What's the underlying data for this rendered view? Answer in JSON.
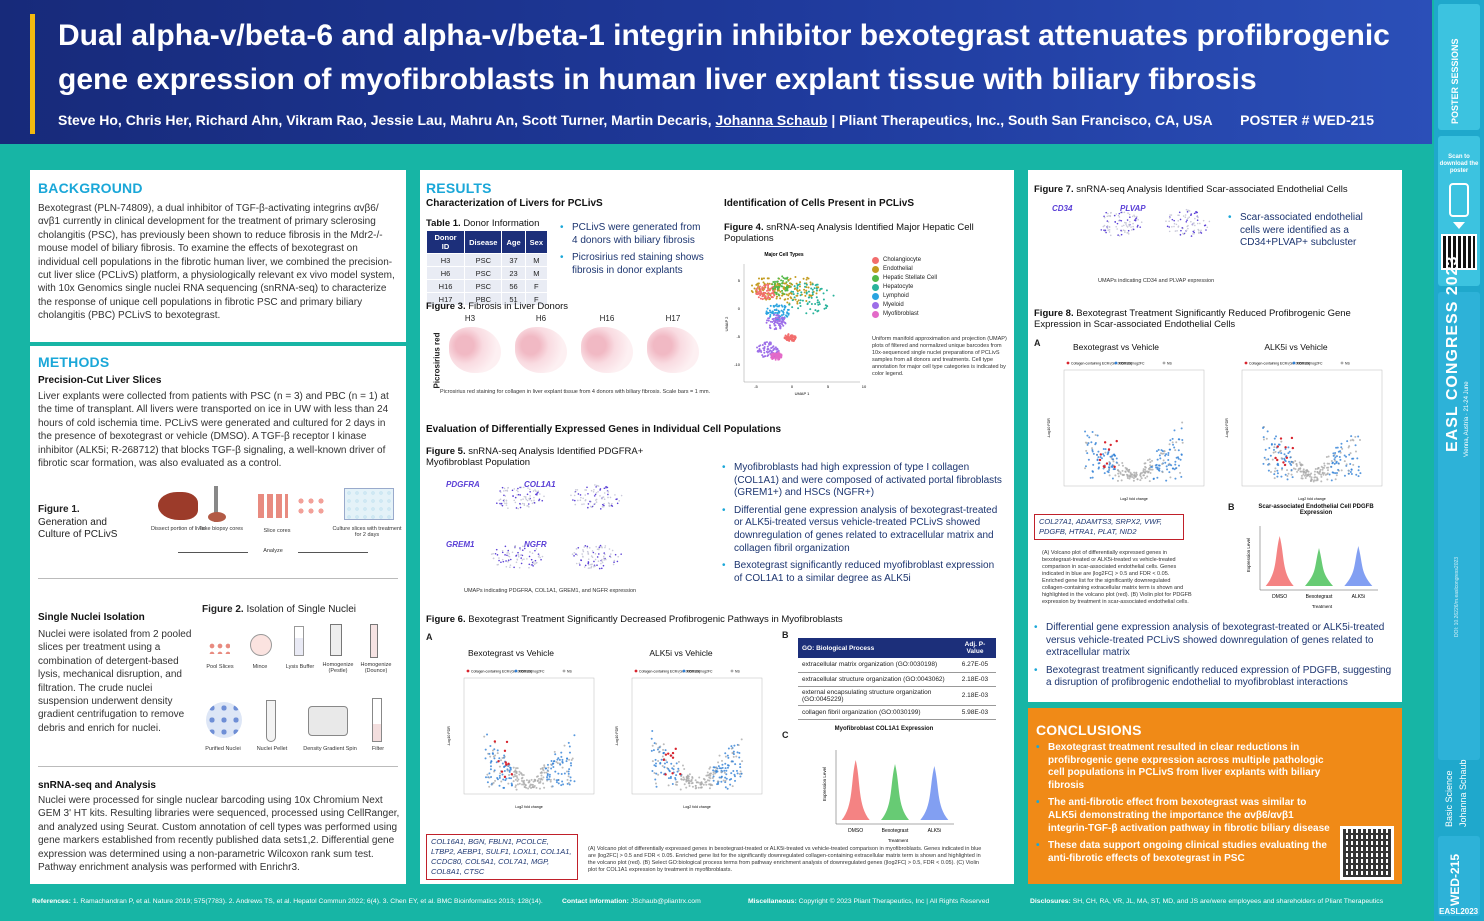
{
  "header": {
    "title": "Dual alpha-v/beta-6 and alpha-v/beta-1 integrin inhibitor bexotegrast attenuates profibrogenic gene expression of myofibroblasts in human liver explant tissue with biliary fibrosis",
    "authors_pre": "Steve Ho, Chris Her, Richard Ahn, Vikram Rao, Jessie Lau, Mahru An, Scott Turner, Martin Decaris,",
    "authors_presenter": "Johanna Schaub",
    "authors_post": "| Pliant Therapeutics, Inc., South San Francisco, CA, USA",
    "poster_number": "POSTER # WED-215"
  },
  "sidebar": {
    "scan_text": "Scan to download the poster",
    "congress": "EASL CONGRESS 2023",
    "location": "Vienna, Austria · 21-24 June",
    "doi": "DOI: 10.26226/m.easlcongress2023",
    "category": "Basic Science",
    "presenter": "Johanna Schaub",
    "code": "WED-215",
    "tag": "EASL2023"
  },
  "background": {
    "heading": "BACKGROUND",
    "text": "Bexotegrast (PLN-74809), a dual inhibitor of TGF-β-activating integrins αvβ6/ αvβ1 currently in clinical development for the treatment of primary sclerosing cholangitis (PSC), has previously been shown to reduce fibrosis in the Mdr2-/- mouse model of biliary fibrosis. To examine the effects of bexotegrast on individual cell populations in the fibrotic human liver, we combined the precision-cut liver slice (PCLivS) platform, a physiologically relevant ex vivo model system, with 10x Genomics single nuclei RNA sequencing (snRNA-seq) to characterize the response of unique cell populations in fibrotic PSC and primary biliary cholangitis (PBC) PCLivS to bexotegrast."
  },
  "methods": {
    "heading": "METHODS",
    "sub1": "Precision-Cut Liver Slices",
    "text1": "Liver explants were collected from patients with PSC (n = 3) and PBC (n = 1) at the time of transplant. All livers were transported on ice in UW with less than 24 hours of cold ischemia time. PCLivS were generated and cultured for 2 days in the presence of bexotegrast or vehicle (DMSO). A TGF-β receptor I kinase inhibitor (ALK5i; R-268712) that blocks TGF-β signaling, a well-known driver of fibrotic scar formation, was also evaluated as a control.",
    "fig1_label": "Figure 1.",
    "fig1_caption": "Generation and Culture of PCLivS",
    "fig1_steps": [
      "Dissect portion of liver",
      "Take biopsy cores",
      "Slice cores",
      "Culture slices with treatment for 2 days"
    ],
    "fig1_analyze": "Analyze",
    "sub2": "Single Nuclei Isolation",
    "text2": "Nuclei were isolated from 2 pooled slices per treatment using a combination of detergent-based lysis, mechanical disruption, and filtration. The crude nuclei suspension underwent density gradient centrifugation to remove debris and enrich for nuclei.",
    "fig2_label": "Figure 2.",
    "fig2_caption": "Isolation of Single Nuclei",
    "fig2_steps_top": [
      "Pool Slices",
      "Mince",
      "Lysis Buffer",
      "Homogenize (Pestle)",
      "Homogenize (Dounce)"
    ],
    "fig2_steps_bottom": [
      "Purified Nuclei",
      "Nuclei Pellet",
      "Density Gradient Spin",
      "Filter"
    ],
    "sub3": "snRNA-seq and Analysis",
    "text3": "Nuclei were processed for single nuclear barcoding using 10x Chromium Next GEM 3' HT kits. Resulting libraries were sequenced, processed using CellRanger, and analyzed using Seurat. Custom annotation of cell types was performed using gene markers established from recently published data sets1,2. Differential gene expression was determined using a non-parametric Wilcoxon rank sum test. Pathway enrichment analysis was performed with Enrichr3."
  },
  "results": {
    "heading": "RESULTS",
    "sub_char": "Characterization of Livers for PCLivS",
    "table1_label": "Table 1.",
    "table1_caption": "Donor Information",
    "table1_headers": [
      "Donor ID",
      "Disease",
      "Age",
      "Sex"
    ],
    "table1_rows": [
      [
        "H3",
        "PSC",
        "37",
        "M"
      ],
      [
        "H6",
        "PSC",
        "23",
        "M"
      ],
      [
        "H16",
        "PSC",
        "56",
        "F"
      ],
      [
        "H17",
        "PBC",
        "51",
        "F"
      ]
    ],
    "char_bullets": [
      "PCLivS were generated from 4 donors with biliary fibrosis",
      "Picrosirius red staining shows fibrosis in donor explants"
    ],
    "fig3_label": "Figure 3.",
    "fig3_caption": "Fibrosis in Liver Donors",
    "fig3_ylabel": "Picrosirius red",
    "fig3_donors": [
      "H3",
      "H6",
      "H16",
      "H17"
    ],
    "fig3_note": "Picrosirius red staining for collagen in liver explant tissue from 4 donors with biliary fibrosis. Scale bars = 1 mm.",
    "sub_ident": "Identification of Cells Present in PCLivS",
    "fig4_label": "Figure 4.",
    "fig4_caption": "snRNA-seq Analysis Identified Major Hepatic Cell Populations",
    "fig4_plot_title": "Major Cell Types",
    "fig4_legend": [
      {
        "name": "Cholangiocyte",
        "color": "#f26d6d"
      },
      {
        "name": "Endothelial",
        "color": "#c39b1f"
      },
      {
        "name": "Hepatic Stellate Cell",
        "color": "#53b848"
      },
      {
        "name": "Hepatocyte",
        "color": "#29b39b"
      },
      {
        "name": "Lymphoid",
        "color": "#2aa4e0"
      },
      {
        "name": "Myeloid",
        "color": "#9d6ee8"
      },
      {
        "name": "Myofibroblast",
        "color": "#e36ac8"
      }
    ],
    "fig4_xlabel": "UMAP 1",
    "fig4_ylabel": "UMAP 2",
    "fig4_xticks": [
      "-5",
      "0",
      "5",
      "10"
    ],
    "fig4_yticks": [
      "5",
      "0",
      "-5",
      "-10"
    ],
    "fig4_note": "Uniform manifold approximation and projection (UMAP) plots of filtered and normalized unique barcodes from 10x-sequenced single nuclei preparations of PCLivS samples from all donors and treatments. Cell type annotation for major cell type categories is indicated by color legend.",
    "sub_deg": "Evaluation of Differentially Expressed Genes in Individual Cell Populations",
    "fig5_label": "Figure 5.",
    "fig5_caption": "snRNA-seq Analysis Identified PDGFRA+ Myofibroblast Population",
    "fig5_genes": [
      "PDGFRA",
      "COL1A1",
      "GREM1",
      "NGFR"
    ],
    "fig5_note": "UMAPs indicating PDGFRA, COL1A1, GREM1, and NGFR expression",
    "deg_bullets": [
      "Myofibroblasts had high expression of type I collagen (COL1A1) and were composed of activated portal fibroblasts (GREM1+) and HSCs (NGFR+)",
      "Differential gene expression analysis of bexotegrast-treated or ALK5i-treated versus vehicle-treated PCLivS showed downregulation of genes related to extracellular matrix and collagen fibril organization",
      "Bexotegrast significantly reduced myofibroblast expression of COL1A1 to a similar degree as ALK5i"
    ],
    "fig6_label": "Figure 6.",
    "fig6_caption": "Bexotegrast Treatment Significantly Decreased Profibrogenic Pathways in Myofibroblasts",
    "panel_a": "A",
    "panel_b": "B",
    "panel_c": "C",
    "fig6_volcano_titles": [
      "Bexotegrast vs Vehicle",
      "ALK5i vs Vehicle"
    ],
    "volcano_legend": [
      "Collagen-containing ECM (GO:0062023)",
      "FDR and log2FC",
      "NS"
    ],
    "volcano_xlabel": "Log2 fold change",
    "volcano_ylabel": "-Log10 FDR",
    "fig6_genes": "COL16A1, BGN, FBLN1, PCOLCE, LTBP2, AEBP1, SULF1, LOXL1, COL1A1, CCDC80, COL5A1, COL7A1, MGP, COL8A1, CTSC",
    "go_headers": [
      "GO: Biological Process",
      "Adj. P-Value"
    ],
    "go_rows": [
      [
        "extracellular matrix organization (GO:0030198)",
        "6.27E-05"
      ],
      [
        "extracellular structure organization (GO:0043062)",
        "2.18E-03"
      ],
      [
        "external encapsulating structure organization (GO:0045229)",
        "2.18E-03"
      ],
      [
        "collagen fibril organization (GO:0030199)",
        "5.98E-03"
      ]
    ],
    "fig6_violin_title": "Myofibroblast COL1A1 Expression",
    "violin_groups": [
      "DMSO",
      "Bexotegrast",
      "ALK5i"
    ],
    "violin_xlabel": "Treatment",
    "violin_ylabel": "Expression Level",
    "fig6_note": "(A) Volcano plot of differentially expressed genes in bexotegrast-treated or ALK5i-treated vs vehicle-treated comparison in myofibroblasts. Genes indicated in blue are |log2FC| > 0.5 and FDR < 0.05. Enriched gene list for the significantly downregulated collagen-containing extracellular matrix term is shown and highlighted in the volcano plot (red). (B) Select GO:biological process terms from pathway enrichment analysis of downregulated genes (|log2FC| > 0.5, FDR < 0.05). (C) Violin plot for COL1A1 expression by treatment in myofibroblasts."
  },
  "fig7": {
    "label": "Figure 7.",
    "caption": "snRNA-seq Analysis Identified Scar-associated Endothelial Cells",
    "genes": [
      "CD34",
      "PLVAP"
    ],
    "note": "UMAPs indicating CD34 and PLVAP expression",
    "bullet": "Scar-associated endothelial cells were identified as a CD34+PLVAP+ subcluster"
  },
  "fig8": {
    "label": "Figure 8.",
    "caption": "Bexotegrast Treatment Significantly Reduced Profibrogenic Gene Expression in Scar-associated Endothelial Cells",
    "volcano_titles": [
      "Bexotegrast vs Vehicle",
      "ALK5i vs Vehicle"
    ],
    "genes": "COL27A1, ADAMTS3, SRPX2, VWF, PDGFB, HTRA1, PLAT, NID2",
    "violin_title": "Scar-associated Endothelial Cell PDGFB Expression",
    "note": "(A) Volcano plot of differentially expressed genes in bexotegrast-treated or ALK5i-treated vs vehicle-treated comparison in scar-associated endothelial cells. Genes indicated in blue are |log2FC| > 0.5 and FDR < 0.05. Enriched gene list for the significantly downregulated collagen-containing extracellular matrix term is shown and highlighted in the volcano plot (red). (B) Violin plot for PDGFB expression by treatment in scar-associated endothelial cells.",
    "bullets": [
      "Differential gene expression analysis of bexotegrast-treated or ALK5i-treated versus vehicle-treated PCLivS showed downregulation of genes related to extracellular matrix",
      "Bexotegrast treatment significantly reduced expression of PDGFB, suggesting a disruption of profibrogenic endothelial to myofibroblast interactions"
    ]
  },
  "conclusions": {
    "heading": "CONCLUSIONS",
    "items": [
      "Bexotegrast treatment resulted in clear reductions in profibrogenic gene expression across multiple pathologic cell populations in PCLivS from liver explants with biliary fibrosis",
      "The anti-fibrotic effect from bexotegrast was similar to ALK5i demonstrating the importance the αvβ6/αvβ1 integrin-TGF-β activation pathway in fibrotic biliary disease",
      "These data support ongoing clinical studies evaluating the anti-fibrotic effects of bexotegrast in PSC"
    ]
  },
  "footer": {
    "ref_label": "References:",
    "refs": "1. Ramachandran P, et al. Nature 2019; 575(7783). 2. Andrews TS, et al. Hepatol Commun 2022; 6(4). 3. Chen EY, et al. BMC Bioinformatics 2013; 128(14).",
    "contact_label": "Contact information:",
    "contact": "JSchaub@pliantrx.com",
    "misc_label": "Miscellaneous:",
    "misc": "Copyright © 2023 Pliant Therapeutics, Inc | All Rights Reserved",
    "disc_label": "Disclosures:",
    "disc": "SH, CH, RA, VR, JL, MA, ST, MD, and JS are/were employees and shareholders of Pliant Therapeutics"
  },
  "colors": {
    "header": "#1f3a9c",
    "accent": "#f2b90f",
    "teal": "#17b5a5",
    "heading": "#1aa7d8",
    "conclusion": "#f08a17",
    "navy": "#1c2f7a"
  }
}
